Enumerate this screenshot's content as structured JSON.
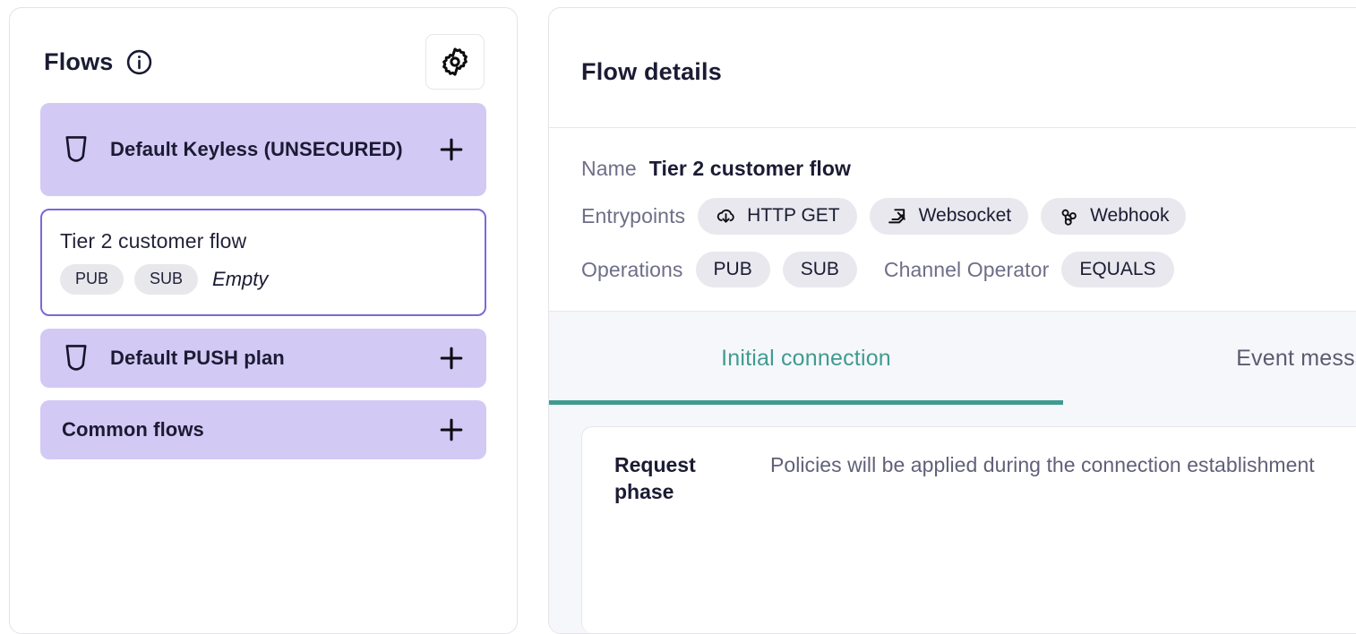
{
  "flows_panel": {
    "title": "Flows",
    "info_icon": "info-circle-icon",
    "settings_icon": "gear-icon",
    "items": [
      {
        "label": "Default Keyless (UNSECURED)",
        "icon": "shield-icon",
        "add_icon": "plus-icon",
        "type": "plan",
        "selected": false
      },
      {
        "label": "Tier 2 customer flow",
        "tags": [
          "PUB",
          "SUB"
        ],
        "status": "Empty",
        "type": "flow",
        "selected": true
      },
      {
        "label": "Default PUSH plan",
        "icon": "shield-icon",
        "add_icon": "plus-icon",
        "type": "plan",
        "selected": false
      },
      {
        "label": "Common flows",
        "add_icon": "plus-icon",
        "type": "group",
        "selected": false
      }
    ]
  },
  "details_panel": {
    "title": "Flow details",
    "name_label": "Name",
    "name_value": "Tier 2 customer flow",
    "entrypoints_label": "Entrypoints",
    "entrypoints": [
      {
        "label": "HTTP GET",
        "icon": "cloud-download-icon"
      },
      {
        "label": "Websocket",
        "icon": "websocket-icon"
      },
      {
        "label": "Webhook",
        "icon": "webhook-icon"
      }
    ],
    "operations_label": "Operations",
    "operations": [
      "PUB",
      "SUB"
    ],
    "channel_operator_label": "Channel Operator",
    "channel_operator_value": "EQUALS",
    "tabs": [
      {
        "label": "Initial connection",
        "active": true
      },
      {
        "label": "Event messages",
        "active": false
      }
    ],
    "phase": {
      "label": "Request phase",
      "description": "Policies will be applied during the connection establishment"
    }
  },
  "colors": {
    "plan_purple": "#d3c9f5",
    "selected_border": "#7b68d9",
    "tab_active_teal": "#3f9b91",
    "chip_gray": "#e8e8ee",
    "panel_border": "#e3e3e8",
    "muted_text": "#6e6e87"
  }
}
